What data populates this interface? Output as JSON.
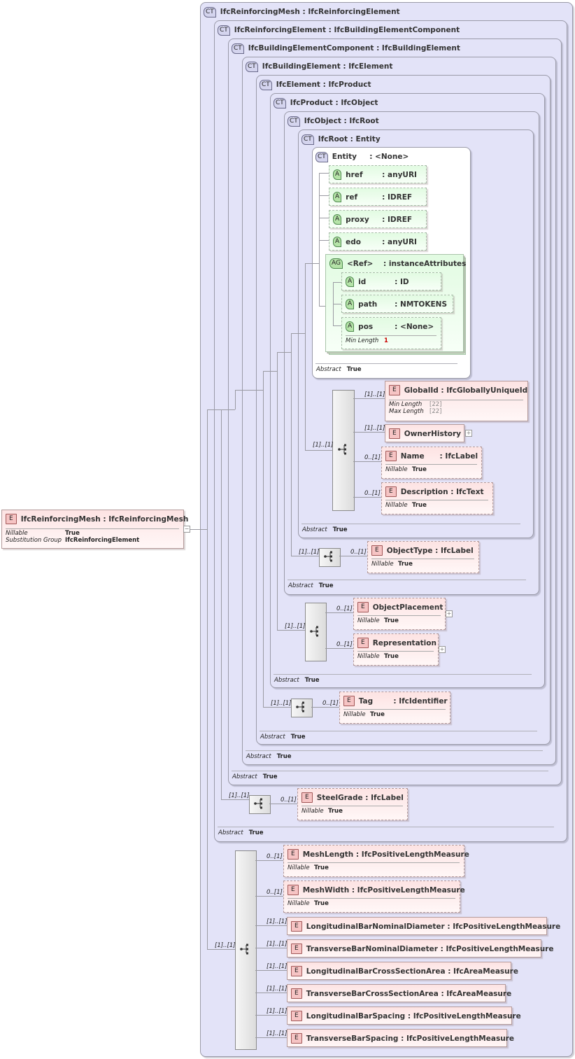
{
  "root_element": {
    "badge": "E",
    "name": "IfcReinforcingMesh : IfcReinforcingMesh",
    "nillable_label": "Nillable",
    "nillable_value": "True",
    "subst_label": "Substitution Group",
    "subst_value": "IfcReinforcingElement"
  },
  "types": {
    "t1": {
      "badge": "CT",
      "title": "IfcReinforcingMesh : IfcReinforcingElement"
    },
    "t2": {
      "badge": "CT",
      "title": "IfcReinforcingElement : IfcBuildingElementComponent"
    },
    "t3": {
      "badge": "CT",
      "title": "IfcBuildingElementComponent : IfcBuildingElement"
    },
    "t4": {
      "badge": "CT",
      "title": "IfcBuildingElement : IfcElement"
    },
    "t5": {
      "badge": "CT",
      "title": "IfcElement : IfcProduct"
    },
    "t6": {
      "badge": "CT",
      "title": "IfcProduct : IfcObject"
    },
    "t7": {
      "badge": "CT",
      "title": "IfcObject : IfcRoot"
    },
    "t8": {
      "badge": "CT",
      "title": "IfcRoot   : Entity"
    },
    "t9": {
      "badge": "CT",
      "title": "Entity     : <None>"
    }
  },
  "abstract": {
    "label": "Abstract",
    "value": "True"
  },
  "attributes": [
    {
      "badge": "A",
      "name": "href",
      "type": ": anyURI"
    },
    {
      "badge": "A",
      "name": "ref",
      "type": ": IDREF"
    },
    {
      "badge": "A",
      "name": "proxy",
      "type": ": IDREF"
    },
    {
      "badge": "A",
      "name": "edo",
      "type": ": anyURI"
    }
  ],
  "attr_group": {
    "badge": "AG",
    "name": "<Ref>",
    "type": ": instanceAttributes"
  },
  "group_attributes": [
    {
      "badge": "A",
      "name": "id",
      "type": ": ID"
    },
    {
      "badge": "A",
      "name": "path",
      "type": ": NMTOKENS"
    },
    {
      "badge": "A",
      "name": "pos",
      "type": ": <None>",
      "meta_label": "Min Length",
      "meta_value": "1"
    }
  ],
  "root_elements": {
    "globalid": {
      "badge": "E",
      "name": "GlobalId : IfcGloballyUniqueId",
      "minlen_label": "Min Length",
      "minlen_value": "[22]",
      "maxlen_label": "Max Length",
      "maxlen_value": "[22]",
      "card": "[1]..[1]"
    },
    "ownerhistory": {
      "badge": "E",
      "name": "OwnerHistory",
      "card": "[1]..[1]"
    },
    "name": {
      "badge": "E",
      "name": "Name      : IfcLabel",
      "nillable_label": "Nillable",
      "nillable_value": "True",
      "card": "0..[1]"
    },
    "description": {
      "badge": "E",
      "name": "Description : IfcText",
      "nillable_label": "Nillable",
      "nillable_value": "True",
      "card": "0..[1]"
    },
    "seq_card": "[1]..[1]"
  },
  "object_elements": {
    "objecttype": {
      "badge": "E",
      "name": "ObjectType : IfcLabel",
      "nillable_label": "Nillable",
      "nillable_value": "True",
      "card": "0..[1]"
    },
    "seq_card": "[1]..[1]"
  },
  "product_elements": {
    "placement": {
      "badge": "E",
      "name": "ObjectPlacement",
      "nillable_label": "Nillable",
      "nillable_value": "True",
      "card": "0..[1]"
    },
    "representation": {
      "badge": "E",
      "name": "Representation",
      "nillable_label": "Nillable",
      "nillable_value": "True",
      "card": "0..[1]"
    },
    "seq_card": "[1]..[1]"
  },
  "element_elements": {
    "tag": {
      "badge": "E",
      "name": "Tag        : IfcIdentifier",
      "nillable_label": "Nillable",
      "nillable_value": "True",
      "card": "0..[1]"
    },
    "seq_card": "[1]..[1]"
  },
  "reinforcing_elements": {
    "steelgrade": {
      "badge": "E",
      "name": "SteelGrade : IfcLabel",
      "nillable_label": "Nillable",
      "nillable_value": "True",
      "card": "0..[1]"
    },
    "seq_card": "[1]..[1]"
  },
  "mesh_elements": {
    "seq_card": "[1]..[1]",
    "items": [
      {
        "badge": "E",
        "name": "MeshLength : IfcPositiveLengthMeasure",
        "nillable_label": "Nillable",
        "nillable_value": "True",
        "card": "0..[1]"
      },
      {
        "badge": "E",
        "name": "MeshWidth : IfcPositiveLengthMeasure",
        "nillable_label": "Nillable",
        "nillable_value": "True",
        "card": "0..[1]"
      },
      {
        "badge": "E",
        "name": "LongitudinalBarNominalDiameter : IfcPositiveLengthMeasure",
        "card": "[1]..[1]"
      },
      {
        "badge": "E",
        "name": "TransverseBarNominalDiameter : IfcPositiveLengthMeasure",
        "card": "[1]..[1]"
      },
      {
        "badge": "E",
        "name": "LongitudinalBarCrossSectionArea : IfcAreaMeasure",
        "card": "[1]..[1]"
      },
      {
        "badge": "E",
        "name": "TransverseBarCrossSectionArea : IfcAreaMeasure",
        "card": "[1]..[1]"
      },
      {
        "badge": "E",
        "name": "LongitudinalBarSpacing : IfcPositiveLengthMeasure",
        "card": "[1]..[1]"
      },
      {
        "badge": "E",
        "name": "TransverseBarSpacing : IfcPositiveLengthMeasure",
        "card": "[1]..[1]"
      }
    ]
  }
}
